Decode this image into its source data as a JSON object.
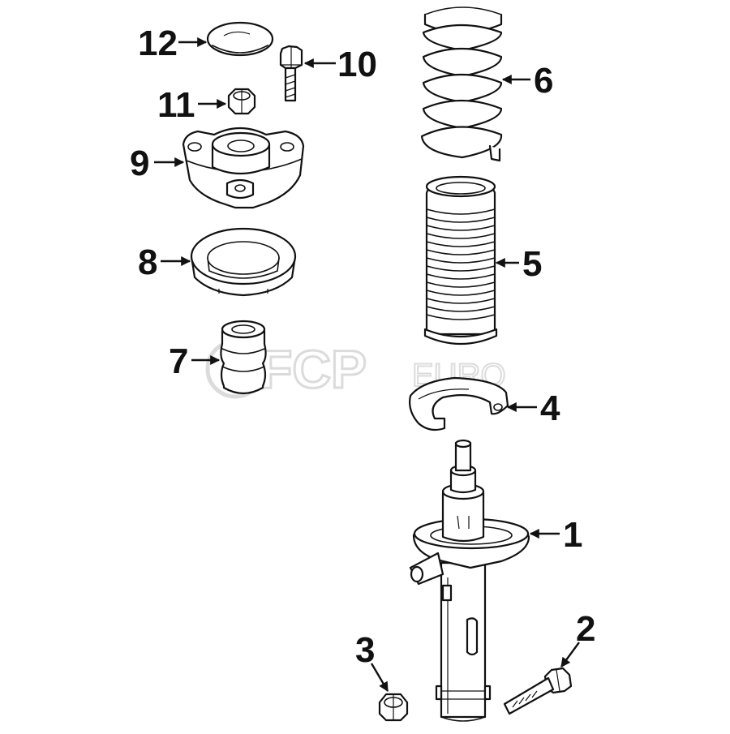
{
  "watermark": {
    "main": "FCP",
    "sub": "EURO"
  },
  "callouts": [
    {
      "id": "1",
      "label": "1"
    },
    {
      "id": "2",
      "label": "2"
    },
    {
      "id": "3",
      "label": "3"
    },
    {
      "id": "4",
      "label": "4"
    },
    {
      "id": "5",
      "label": "5"
    },
    {
      "id": "6",
      "label": "6"
    },
    {
      "id": "7",
      "label": "7"
    },
    {
      "id": "8",
      "label": "8"
    },
    {
      "id": "9",
      "label": "9"
    },
    {
      "id": "10",
      "label": "10"
    },
    {
      "id": "11",
      "label": "11"
    },
    {
      "id": "12",
      "label": "12"
    }
  ],
  "colors": {
    "ink": "#111111",
    "watermark": "#bfbfbf",
    "background": "#ffffff"
  }
}
